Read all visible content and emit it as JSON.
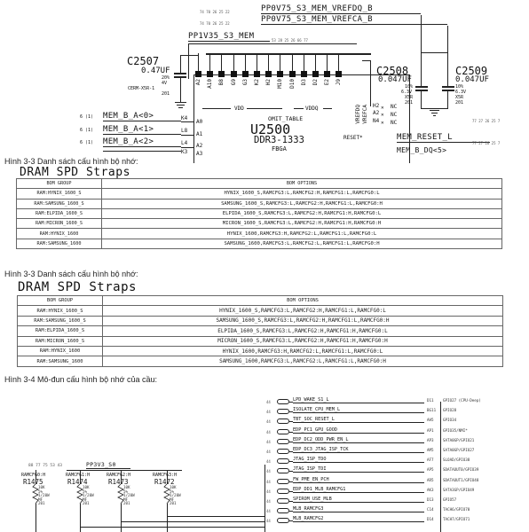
{
  "schematic1": {
    "nets": {
      "vrefdq": "PP0V75_S3_MEM_VREFDQ_B",
      "vrefca": "PP0V75_S3_MEM_VREFCA_B",
      "pp1v35": "PP1V35_S3_MEM",
      "addr0": "MEM_B_A<0>",
      "addr1": "MEM_B_A<1>",
      "addr2": "MEM_B_A<2>",
      "reset": "MEM_RESET_L"
    },
    "capacitors": [
      {
        "ref": "C2507",
        "value": "0.47UF",
        "specs": [
          "20%",
          "4V",
          "CERM-X5R-1",
          "201"
        ]
      },
      {
        "ref": "C2508",
        "value": "0.047UF",
        "specs": [
          "10%",
          "6.3V",
          "X5R",
          "201"
        ]
      },
      {
        "ref": "C2509",
        "value": "0.047UF",
        "specs": [
          "10%",
          "6.3V",
          "X5R",
          "201"
        ]
      }
    ],
    "chip": {
      "table_note": "OMIT_TABLE",
      "ref": "U2500",
      "part": "DDR3-1333",
      "package": "FBGA",
      "vdd_label": "VDD",
      "vddq_label": "VDDQ"
    },
    "top_pins": [
      "A2",
      "A10",
      "B8",
      "G9",
      "G3",
      "K2",
      "H2",
      "M10",
      "D10",
      "D3",
      "D2",
      "E2",
      "J9"
    ],
    "side_pins_left": [
      {
        "ball": "K4",
        "name": "A0"
      },
      {
        "ball": "L8",
        "name": "A1"
      },
      {
        "ball": "L4",
        "name": "A2"
      },
      {
        "ball": "K3",
        "name": "A3"
      }
    ],
    "side_pins_right": [
      "VREFDQ",
      "VREFCA",
      "RESET*"
    ],
    "nc_pins": [
      {
        "ball": "H2",
        "name": "NC"
      },
      {
        "ball": "A2",
        "name": "NC"
      },
      {
        "ball": "N4",
        "name": "NC"
      }
    ]
  },
  "caption1": "Hình 3-3 Danh sách cấu hình bộ nhớ:",
  "table1": {
    "title": "DRAM SPD Straps",
    "headers": [
      "BOM GROUP",
      "BOM OPTIONS"
    ],
    "rows": [
      [
        "RAM:HYNIX_1600_S",
        "HYNIX_1600_S,RAMCFG3:L,RAMCFG2:H,RAMCFG1:L,RAMCFG0:L"
      ],
      [
        "RAM:SAMSUNG_1600_S",
        "SAMSUNG_1600_S,RAMCFG3:L,RAMCFG2:H,RAMCFG1:L,RAMCFG0:H"
      ],
      [
        "RAM:ELPIDA_1600_S",
        "ELPIDA_1600_S,RAMCFG3:L,RAMCFG2:H,RAMCFG1:H,RAMCFG0:L"
      ],
      [
        "RAM:MICRON_1600_S",
        "MICRON_1600_S,RAMCFG3:L,RAMCFG2:H,RAMCFG1:H,RAMCFG0:H"
      ],
      [
        "RAM:HYNIX_1600",
        "HYNIX_1600,RAMCFG3:H,RAMCFG2:L,RAMCFG1:L,RAMCFG0:L"
      ],
      [
        "RAM:SAMSUNG_1600",
        "SAMSUNG_1600,RAMCFG3:L,RAMCFG2:L,RAMCFG1:L,RAMCFG0:H"
      ]
    ]
  },
  "caption2": "Hình 3-3 Danh sách cấu hình bộ nhớ:",
  "table2": {
    "title": "DRAM SPD Straps",
    "headers": [
      "BOM GROUP",
      "BOM OPTIONS"
    ],
    "rows": [
      [
        "RAM:HYNIX_1600_S",
        "HYNIX_1600_S,RAMCFG3:L,RAMCFG2:H,RAMCFG1:L,RAMCFG0:L"
      ],
      [
        "RAM:SAMSUNG_1600_S",
        "SAMSUNG_1600_S,RAMCFG3:L,RAMCFG2:H,RAMCFG1:L,RAMCFG0:H"
      ],
      [
        "RAM:ELPIDA_1600_S",
        "ELPIDA_1600_S,RAMCFG3:L,RAMCFG2:H,RAMCFG1:H,RAMCFG0:L"
      ],
      [
        "RAM:MICRON_1600_S",
        "MICRON_1600_S,RAMCFG3:L,RAMCFG2:H,RAMCFG1:H,RAMCFG0:H"
      ],
      [
        "RAM:HYNIX_1600",
        "HYNIX_1600,RAMCFG3:H,RAMCFG2:L,RAMCFG1:L,RAMCFG0:L"
      ],
      [
        "RAM:SAMSUNG_1600",
        "SAMSUNG_1600,RAMCFG3:L,RAMCFG2:L,RAMCFG1:L,RAMCFG0:H"
      ]
    ]
  },
  "caption3": "Hình 3-4 Mô-đun cấu hình bộ nhớ của cầu:",
  "schematic2": {
    "power_net": "PP3V3_S0",
    "resistors": [
      {
        "net": "RAMCFG0:H",
        "ref": "R1475",
        "value": "10K\n5%\n1/20W\nMF\n201"
      },
      {
        "net": "RAMCFG1:H",
        "ref": "R1474",
        "value": "10K\n5%\n1/20W\nMF\n201"
      },
      {
        "net": "RAMCFG2:H",
        "ref": "R1473",
        "value": "10K\n5%\n1/20W\nMF\n201"
      },
      {
        "net": "RAMCFG3:H",
        "ref": "R1472",
        "value": "10K\n5%\n1/20W\nMF\n201"
      }
    ],
    "signals": [
      {
        "name": "LPD_WAKE_S1_L",
        "pin": "D11",
        "gpio": "GPIO27 (CPU-Deep)"
      },
      {
        "name": "ISOLATE_CPU_MEM_L",
        "pin": "BG11",
        "gpio": "GPIO28"
      },
      {
        "name": "TBT_SOC_RESET_L",
        "pin": "AH5",
        "gpio": "GPIO34"
      },
      {
        "name": "EDP_PC1_GPU_GOOD",
        "pin": "AP1",
        "gpio": "GPIO35/NMI*"
      },
      {
        "name": "EDP_DC2_ODD_PWR_EN_L",
        "pin": "AP3",
        "gpio": "SATA0GP/GPIO21"
      },
      {
        "name": "EDP_DC3_JTAG_ISP_TCK",
        "pin": "AM5",
        "gpio": "SATA0GP/GPIO27"
      },
      {
        "name": "JTAG_ISP_TDO",
        "pin": "AF7",
        "gpio": "SLOAD/GPIO38"
      },
      {
        "name": "JTAG_ISP_TDI",
        "pin": "AP5",
        "gpio": "SDATAOUT0/GPIO39"
      },
      {
        "name": "FW_PME_EN_PCH",
        "pin": "AR5",
        "gpio": "SDATAOUT1/GPIO48"
      },
      {
        "name": "EDP_DD1_MLB_RAMCFG1",
        "pin": "AK3",
        "gpio": "SATA3GP/GPIO49"
      },
      {
        "name": "SPIROM_USE_MLB",
        "pin": "D13",
        "gpio": "GPIO57"
      },
      {
        "name": "MLB_RAMCFG3",
        "pin": "C14",
        "gpio": "TACH6/GPIO70"
      },
      {
        "name": "MLB_RAMCFG2",
        "pin": "D14",
        "gpio": "TACH7/GPIO71"
      }
    ]
  }
}
